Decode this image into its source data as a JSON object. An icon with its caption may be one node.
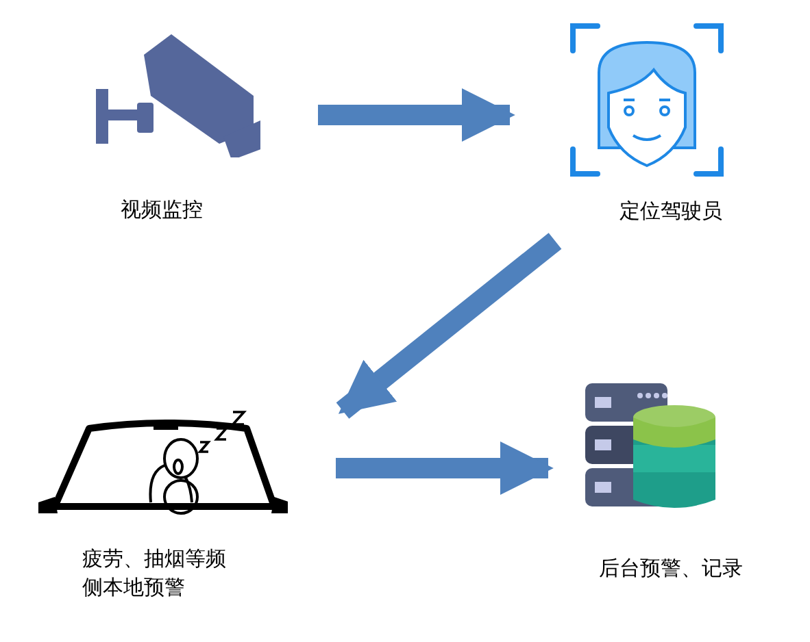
{
  "diagram": {
    "nodes": [
      {
        "text": [
          "视频监控"
        ]
      },
      {
        "text": [
          "定位驾驶员"
        ]
      },
      {
        "text": [
          "疲劳、抽烟等频侧本地预警"
        ]
      },
      {
        "text": [
          "后台预警、记录"
        ]
      }
    ],
    "edges": [
      {
        "from": 0,
        "to": 1,
        "arrow": "to"
      },
      {
        "from": 1,
        "to": 2,
        "arrow": "to"
      },
      {
        "from": 2,
        "to": 3,
        "arrow": "to"
      }
    ]
  }
}
